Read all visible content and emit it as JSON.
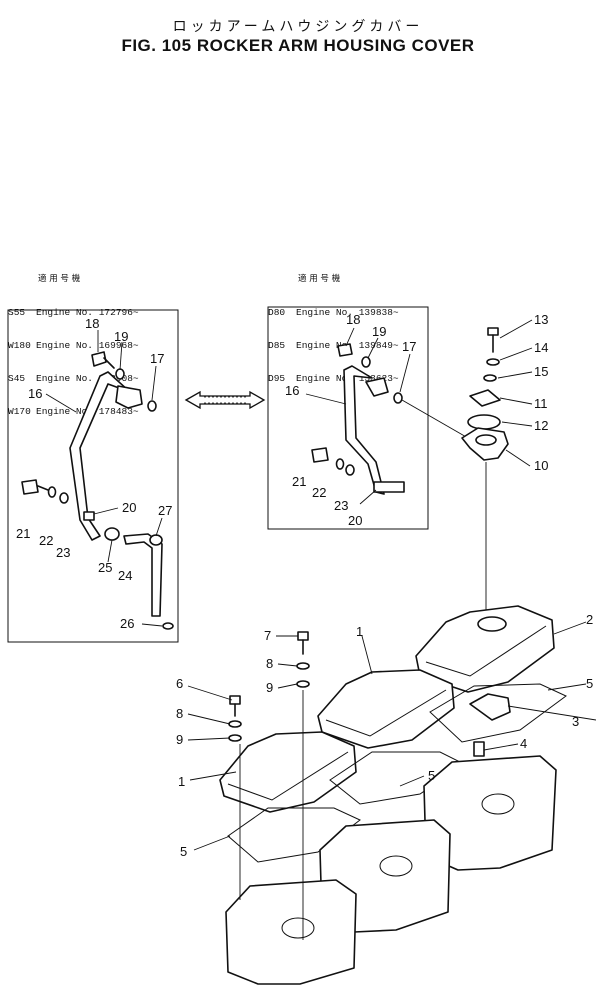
{
  "header": {
    "title_jp": "ロッカアームハウジングカバー",
    "title_en": "FIG. 105  ROCKER ARM HOUSING COVER"
  },
  "applicability_left": {
    "heading": "適 用 号 機",
    "rows": [
      {
        "model": "S55",
        "engine": "Engine No. 172796~"
      },
      {
        "model": "W180",
        "engine": "Engine No. 169968~"
      },
      {
        "model": "S45",
        "engine": "Engine No. 173908~"
      },
      {
        "model": "W170",
        "engine": "Engine No. 178483~"
      }
    ]
  },
  "applicability_right": {
    "heading": "適 用 号 機",
    "rows": [
      {
        "model": "D80",
        "engine": "Engine No. 139838~"
      },
      {
        "model": "D85",
        "engine": "Engine No. 139849~"
      },
      {
        "model": "D95",
        "engine": "Engine No. 153623~"
      }
    ]
  },
  "callouts": [
    "1",
    "1",
    "2",
    "3",
    "4",
    "5",
    "5",
    "5",
    "6",
    "7",
    "8",
    "8",
    "9",
    "9",
    "10",
    "11",
    "12",
    "13",
    "14",
    "15",
    "16",
    "16",
    "17",
    "17",
    "18",
    "18",
    "19",
    "19",
    "20",
    "20",
    "21",
    "21",
    "22",
    "22",
    "23",
    "23",
    "24",
    "25",
    "26",
    "27"
  ]
}
